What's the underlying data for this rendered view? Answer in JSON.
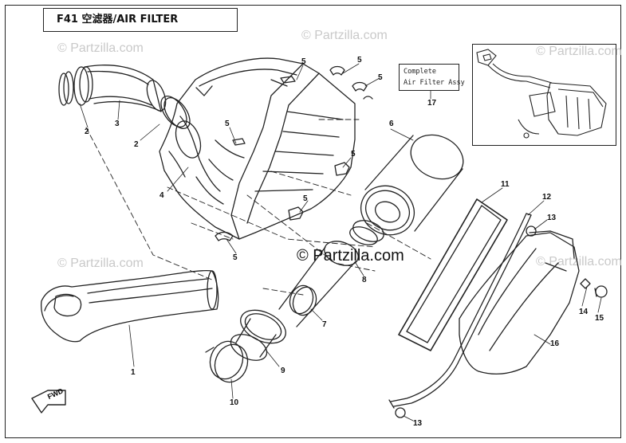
{
  "title": "F41  空滤器/AIR FILTER",
  "callout": {
    "line1": "Complete",
    "line2": "Air Filter Assy",
    "part": "17"
  },
  "watermark": "© Partzilla.com",
  "watermark_center": "© Partzilla.com",
  "fwd_label": "FWD",
  "part_numbers": {
    "p1": "1",
    "p2a": "2",
    "p2b": "2",
    "p3": "3",
    "p4": "4",
    "p5a": "5",
    "p5b": "5",
    "p5c": "5",
    "p5d": "5",
    "p5e": "5",
    "p5f": "5",
    "p5g": "5",
    "p6": "6",
    "p7": "7",
    "p8": "8",
    "p9": "9",
    "p10": "10",
    "p11": "11",
    "p12": "12",
    "p13a": "13",
    "p13b": "13",
    "p14": "14",
    "p15": "15",
    "p16": "16"
  }
}
